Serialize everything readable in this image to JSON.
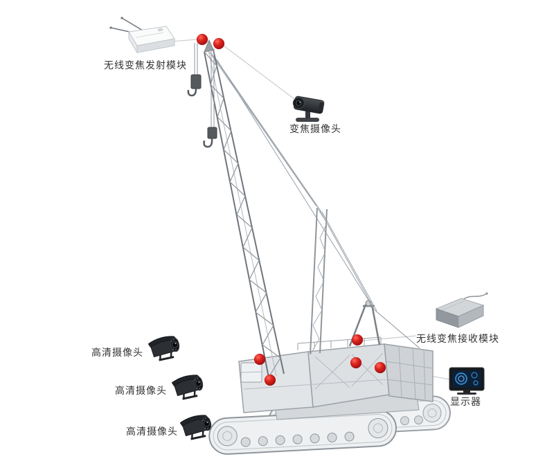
{
  "diagram": {
    "title": "crane-camera-system-diagram",
    "labels": {
      "transmitter": "无线变焦发射模块",
      "zoom_camera": "变焦摄像头",
      "hd_camera_top": "高清摄像头",
      "hd_camera_mid": "高清摄像头",
      "hd_camera_bottom": "高清摄像头",
      "receiver": "无线变焦接收模块",
      "monitor": "显示器"
    },
    "colors": {
      "marker_red": "#c4181d",
      "crane_gray": "#9aa0a6",
      "leader_line": "#c9cdd1",
      "label_text": "#333333",
      "screen_blue": "#3d9be9"
    },
    "icon_names": [
      "wireless-transmitter-module-icon",
      "zoom-camera-icon",
      "hd-camera-icon",
      "wireless-receiver-module-icon",
      "monitor-icon",
      "mount-point-marker"
    ],
    "marker_count": 7
  }
}
